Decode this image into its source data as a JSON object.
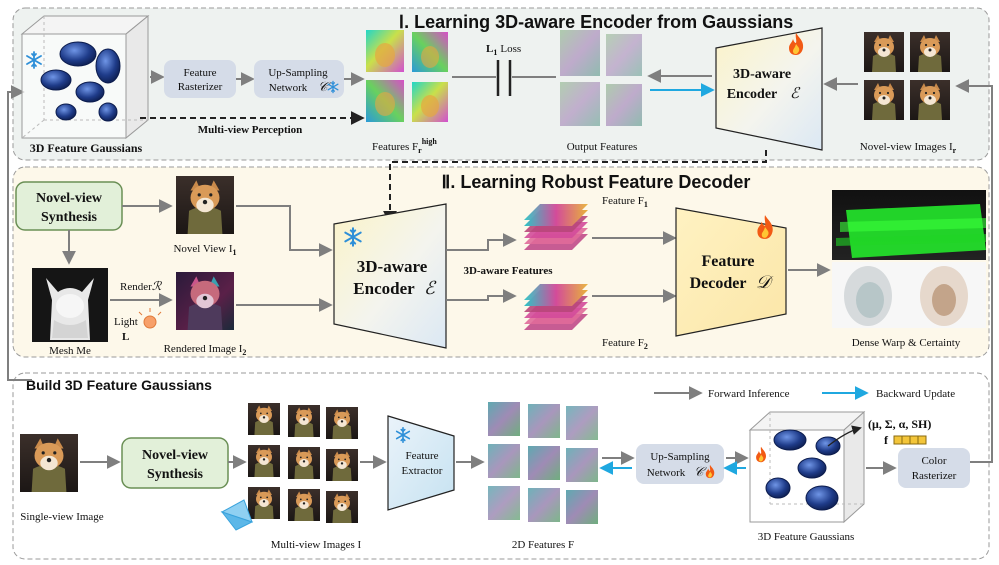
{
  "sections": {
    "s1": {
      "title": "Ⅰ. Learning 3D-aware Encoder from Gaussians"
    },
    "s2": {
      "title": "Ⅱ. Learning Robust Feature Decoder"
    },
    "s3": {
      "title": "Build 3D Feature Gaussians"
    }
  },
  "s1": {
    "gaussians_label": "3D Feature Gaussians",
    "rasterizer": [
      "Feature",
      "Rasterizer"
    ],
    "upsampling": [
      "Up-Sampling",
      "Network"
    ],
    "multiview_perception": "Multi-view Perception",
    "features_label": "Features F",
    "features_sub": "r",
    "features_sup": "high",
    "loss_label": "L",
    "loss_sub": "1",
    "loss_suffix": "Loss",
    "output_features": "Output Features",
    "encoder": [
      "3D-aware",
      "Encoder"
    ],
    "novel_images_label": "Novel-view Images I",
    "novel_images_sub": "r"
  },
  "s2": {
    "nvs": [
      "Novel-view",
      "Synthesis"
    ],
    "novel_view": "Novel View I",
    "novel_view_sub": "1",
    "render_label": "Render",
    "light_label": [
      "Light",
      "L"
    ],
    "mesh_label": "Mesh Me",
    "rendered_label": "Rendered Image I",
    "rendered_sub": "2",
    "encoder": [
      "3D-aware",
      "Encoder"
    ],
    "aware_features": "3D-aware Features",
    "feature_f1": "Feature F",
    "feature_f1_sub": "1",
    "feature_f2": "Feature F",
    "feature_f2_sub": "2",
    "decoder": [
      "Feature",
      "Decoder"
    ],
    "dense_label": "Dense Warp &  Certainty"
  },
  "s3": {
    "single_view": "Single-view Image",
    "nvs": [
      "Novel-view",
      "Synthesis"
    ],
    "multiview": "Multi-view Images I",
    "extractor": [
      "Feature",
      "Extractor"
    ],
    "features2d": "2D Features F",
    "upsampling": [
      "Up-Sampling",
      "Network"
    ],
    "gaussians_label": "3D Feature Gaussians",
    "params": "(μ, Σ, α, SH)",
    "f_label": "f",
    "color_rasterizer": [
      "Color",
      "Rasterizer"
    ]
  },
  "legend": {
    "forward": "Forward Inference",
    "backward": "Backward Update"
  },
  "symbols": {
    "network_C": "𝒞",
    "encoder_E": "ℰ",
    "decoder_D": "𝒟",
    "render_R": "ℛ"
  },
  "colors": {
    "arrow_gray": "#7f7f7f",
    "backward_blue": "#1fa8e0",
    "node_fill": "#d5dce8",
    "nvs_fill": "#e2f0d9",
    "section1_bg": "#eef2f0",
    "section2_bg": "#fdf8ea",
    "gaussian_blue": "#1f3c8a",
    "fire": "#f25a14"
  }
}
